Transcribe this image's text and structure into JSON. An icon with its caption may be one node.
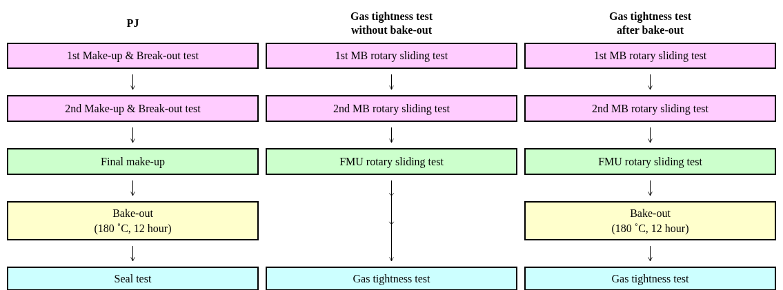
{
  "diagram": {
    "nodes": [
      {
        "text": [
          "1st Make-up & Break-out test"
        ]
      },
      {
        "text": [
          "2nd Make-up & Break-out test"
        ]
      },
      {
        "text": [
          "Final make-up"
        ]
      },
      {
        "text": [
          "Bake-out",
          "(180 ˚C, 12 hour)"
        ]
      },
      {
        "text": [
          "Seal test"
        ]
      },
      {
        "text": [
          "1st MB rotary sliding test"
        ]
      },
      {
        "text": [
          "2nd MB rotary sliding test"
        ]
      },
      {
        "text": [
          "FMU rotary sliding test"
        ]
      },
      {
        "text": [
          "Gas tightness test"
        ]
      },
      {
        "text": [
          "1st MB rotary sliding test"
        ]
      },
      {
        "text": [
          "2nd MB rotary sliding test"
        ]
      },
      {
        "text": [
          "FMU rotary sliding test"
        ]
      },
      {
        "text": [
          "Bake-out",
          "(180 ˚C, 12 hour)"
        ]
      },
      {
        "text": [
          "Gas tightness test"
        ]
      }
    ],
    "edges": [
      {
        "from": 0,
        "to": 1,
        "arrow": "to"
      },
      {
        "from": 1,
        "to": 2,
        "arrow": "to"
      },
      {
        "from": 2,
        "to": 3,
        "arrow": "to"
      },
      {
        "from": 3,
        "to": 4,
        "arrow": "to"
      },
      {
        "from": 5,
        "to": 6,
        "arrow": "to"
      },
      {
        "from": 6,
        "to": 7,
        "arrow": "to"
      },
      {
        "from": 7,
        "to": 8,
        "arrow": "to"
      },
      {
        "from": 9,
        "to": 10,
        "arrow": "to"
      },
      {
        "from": 10,
        "to": 11,
        "arrow": "to"
      },
      {
        "from": 11,
        "to": 12,
        "arrow": "to"
      },
      {
        "from": 12,
        "to": 13,
        "arrow": "to"
      }
    ],
    "labels": [
      "PJ",
      "Gas tightness test without bake-out",
      "Gas tightness test after bake-out"
    ]
  }
}
